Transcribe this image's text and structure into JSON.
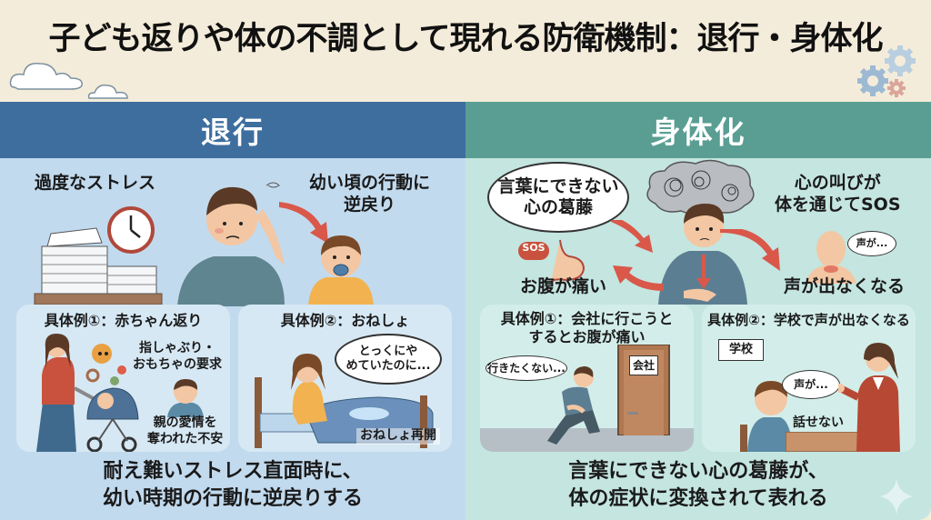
{
  "title": "子ども返りや体の不調として現れる防衛機制：退行・身体化",
  "colors": {
    "background": "#f4ecda",
    "regression_header": "#3e6e9e",
    "regression_body": "#c2daee",
    "somatization_header": "#5a9e93",
    "somatization_body": "#c4e5e0",
    "arrow": "#d9584a"
  },
  "regression": {
    "heading": "退行",
    "label_stress": "過度なストレス",
    "label_revert_line1": "幼い頃の行動に",
    "label_revert_line2": "逆戻り",
    "example1": {
      "title": "具体例①：赤ちゃん返り",
      "note1_line1": "指しゃぶり・",
      "note1_line2": "おもちゃの要求",
      "note2_line1": "親の愛情を",
      "note2_line2": "奪われた不安"
    },
    "example2": {
      "title": "具体例②：おねしょ",
      "bubble_line1": "とっくにや",
      "bubble_line2": "めていたのに...",
      "caption": "おねしょ再開"
    },
    "summary_line1": "耐え難いストレス直面時に、",
    "summary_line2": "幼い時期の行動に逆戻りする"
  },
  "somatization": {
    "heading": "身体化",
    "bubble_conflict_line1": "言葉にできない",
    "bubble_conflict_line2": "心の葛藤",
    "label_sos_line1": "心の叫びが",
    "label_sos_line2": "体を通じてSOS",
    "sos_badge": "SOS",
    "voice_bubble": "声が...",
    "label_stomach": "お腹が痛い",
    "label_voice": "声が出なくなる",
    "example1": {
      "title_line1": "具体例①：会社に行こうと",
      "title_line2": "するとお腹が痛い",
      "bubble": "行きたくない...",
      "door_sign": "会社"
    },
    "example2": {
      "title": "具体例②：学校で声が出なくなる",
      "sign": "学校",
      "bubble": "声が...",
      "caption": "話せない"
    },
    "summary_line1": "言葉にできない心の葛藤が、",
    "summary_line2": "体の症状に変換されて表れる"
  }
}
